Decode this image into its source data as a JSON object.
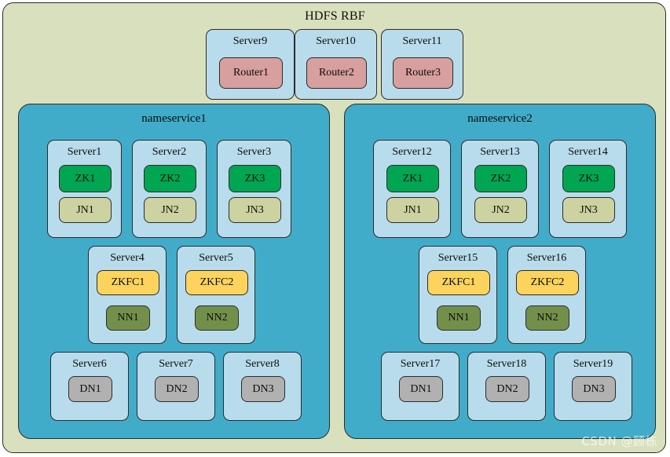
{
  "diagram": {
    "title": "HDFS RBF",
    "watermark": "CSDN @顾栋"
  },
  "colors": {
    "outer_background": "#d9e0bd",
    "nameservice_background": "#41acc9",
    "server_background": "#b9dcec",
    "router": "#d79f9d",
    "zookeeper": "#00a651",
    "journalnode": "#ccd2a0",
    "zkfc": "#fcd45d",
    "namenode": "#73904b",
    "datanode": "#b1b1b1",
    "border": "#2b2b2b"
  },
  "router_tier": {
    "servers": [
      {
        "server": "Server9",
        "service": "Router1"
      },
      {
        "server": "Server10",
        "service": "Router2"
      },
      {
        "server": "Server11",
        "service": "Router3"
      }
    ]
  },
  "nameservices": [
    {
      "label": "nameservice1",
      "quorum_row": [
        {
          "server": "Server1",
          "zk": "ZK1",
          "jn": "JN1"
        },
        {
          "server": "Server2",
          "zk": "ZK2",
          "jn": "JN2"
        },
        {
          "server": "Server3",
          "zk": "ZK3",
          "jn": "JN3"
        }
      ],
      "namenode_row": [
        {
          "server": "Server4",
          "zkfc": "ZKFC1",
          "nn": "NN1"
        },
        {
          "server": "Server5",
          "zkfc": "ZKFC2",
          "nn": "NN2"
        }
      ],
      "datanode_row": [
        {
          "server": "Server6",
          "dn": "DN1"
        },
        {
          "server": "Server7",
          "dn": "DN2"
        },
        {
          "server": "Server8",
          "dn": "DN3"
        }
      ]
    },
    {
      "label": "nameservice2",
      "quorum_row": [
        {
          "server": "Server12",
          "zk": "ZK1",
          "jn": "JN1"
        },
        {
          "server": "Server13",
          "zk": "ZK2",
          "jn": "JN2"
        },
        {
          "server": "Server14",
          "zk": "ZK3",
          "jn": "JN3"
        }
      ],
      "namenode_row": [
        {
          "server": "Server15",
          "zkfc": "ZKFC1",
          "nn": "NN1"
        },
        {
          "server": "Server16",
          "zkfc": "ZKFC2",
          "nn": "NN2"
        }
      ],
      "datanode_row": [
        {
          "server": "Server17",
          "dn": "DN1"
        },
        {
          "server": "Server18",
          "dn": "DN2"
        },
        {
          "server": "Server19",
          "dn": "DN3"
        }
      ]
    }
  ]
}
